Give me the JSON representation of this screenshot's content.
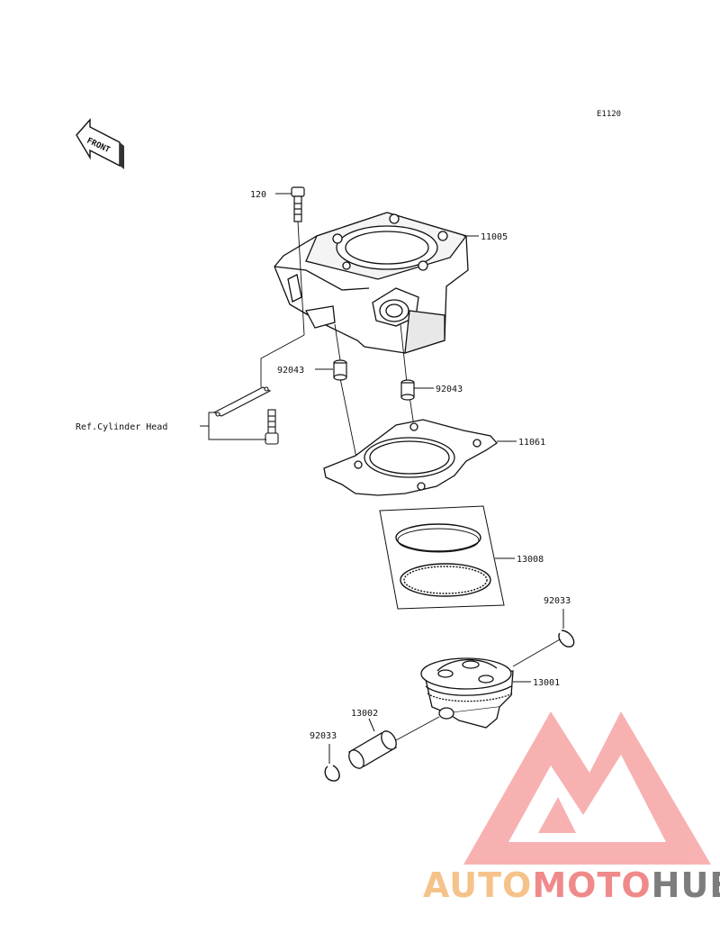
{
  "diagram": {
    "code": "E1120",
    "front_label": "FRONT",
    "ref_label": "Ref.Cylinder Head",
    "parts": {
      "bolt": "120",
      "cylinder": "11005",
      "dowel_left": "92043",
      "dowel_right": "92043",
      "gasket": "11061",
      "ring_set": "13008",
      "clip_right": "92033",
      "piston": "13001",
      "pin": "13002",
      "clip_left": "92033"
    }
  },
  "watermark": {
    "part1": "AUTO",
    "part2": "MOTO",
    "part3": "HUB",
    "colors": {
      "auto": "#f5c38a",
      "moto": "#f08a8a",
      "hub": "#8a8a8a",
      "logo": "#f07a7a"
    }
  }
}
